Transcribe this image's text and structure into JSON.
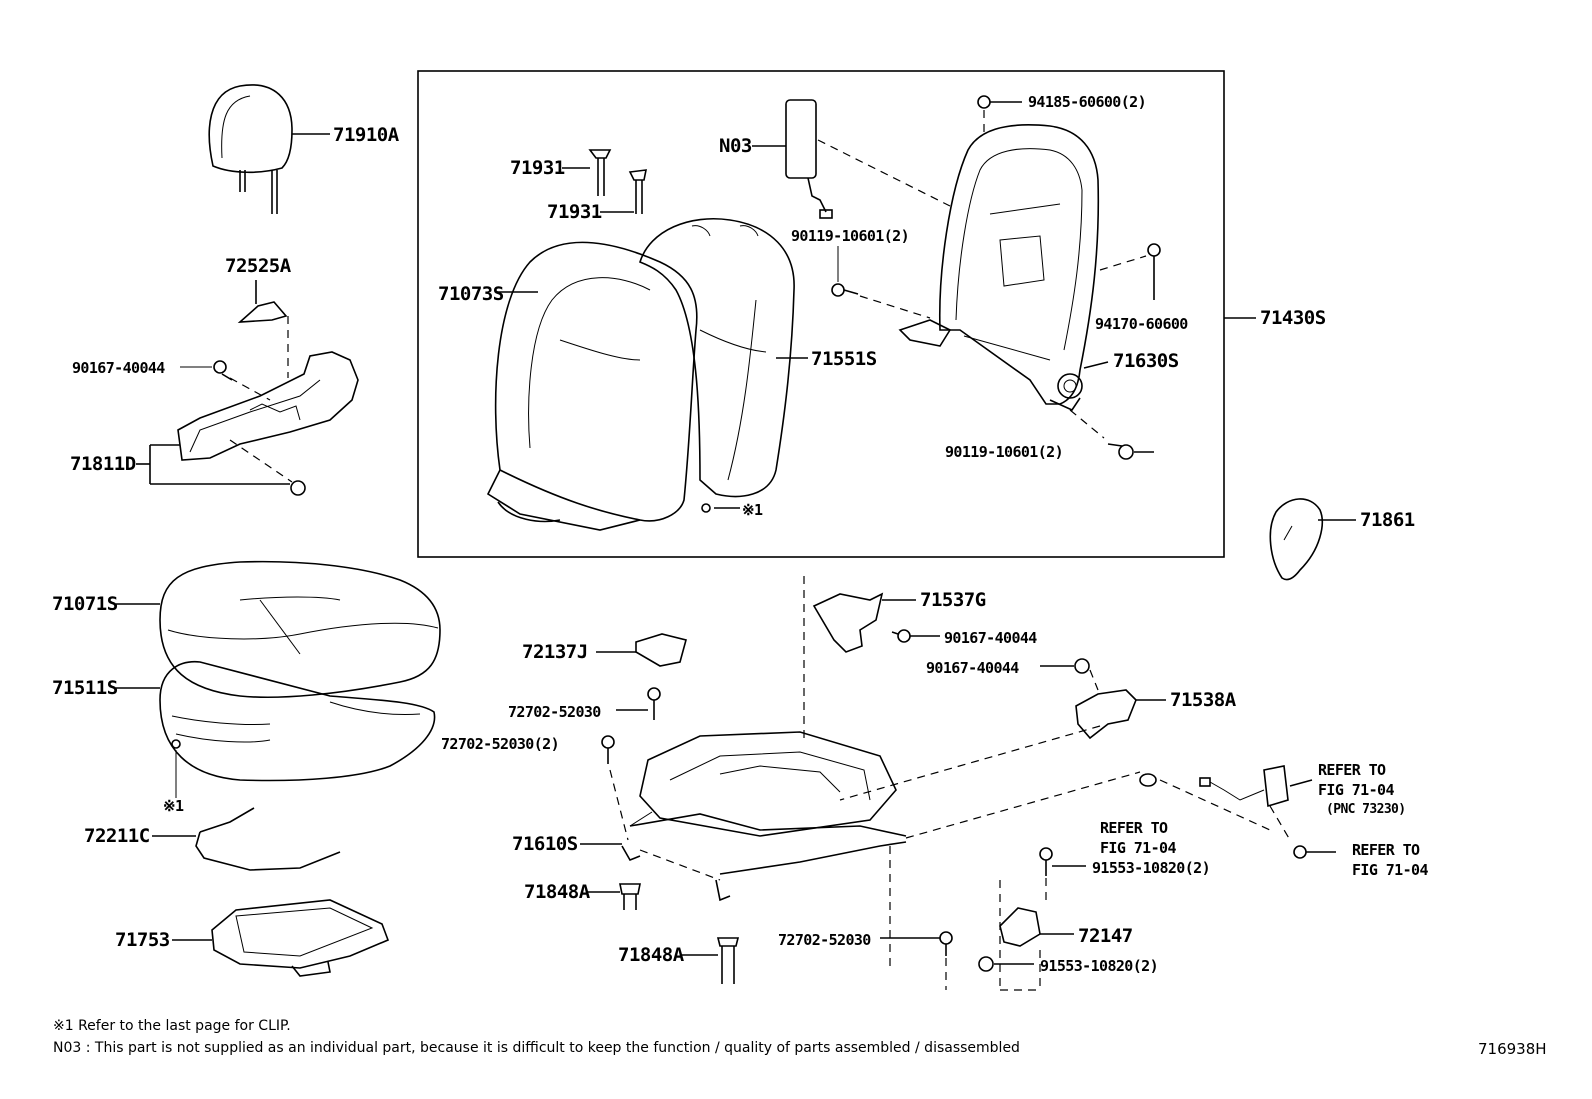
{
  "labels": {
    "p71910A": "71910A",
    "p72525A": "72525A",
    "p90167_40044_a": "90167-40044",
    "p71811D": "71811D",
    "p71931_a": "71931",
    "p71931_b": "71931",
    "pN03": "N03",
    "p94185": "94185-60600(2)",
    "p90119_a": "90119-10601(2)",
    "p71073S": "71073S",
    "p71551S": "71551S",
    "p94170": "94170-60600",
    "p71430S": "71430S",
    "p71630S": "71630S",
    "p90119_b": "90119-10601(2)",
    "pClip1": "※1",
    "p71861": "71861",
    "p71071S": "71071S",
    "p71511S": "71511S",
    "pClip2": "※1",
    "p72211C": "72211C",
    "p71753": "71753",
    "p71537G": "71537G",
    "p90167_40044_b": "90167-40044",
    "p90167_40044_c": "90167-40044",
    "p72137J": "72137J",
    "p72702_a": "72702-52030",
    "p72702_b": "72702-52030(2)",
    "p71538A": "71538A",
    "p71610S": "71610S",
    "p71848A_a": "71848A",
    "p71848A_b": "71848A",
    "pRefer1_l1": "REFER TO",
    "pRefer1_l2": "FIG 71-04",
    "pRefer2_l1": "REFER TO",
    "pRefer2_l2": "FIG 71-04",
    "pRefer2_l3": "(PNC 73230)",
    "pRefer3_l1": "REFER TO",
    "pRefer3_l2": "FIG 71-04",
    "p91553_a": "91553-10820(2)",
    "p72702_c": "72702-52030",
    "p72147": "72147",
    "p91553_b": "91553-10820(2)"
  },
  "notes": {
    "clip_note": "※1 Refer to the last page for CLIP.",
    "n03_note": "N03 : This part is not supplied as an individual part, because it is difficult to keep the function / quality of parts assembled / disassembled"
  },
  "diagram_code": "716938H"
}
